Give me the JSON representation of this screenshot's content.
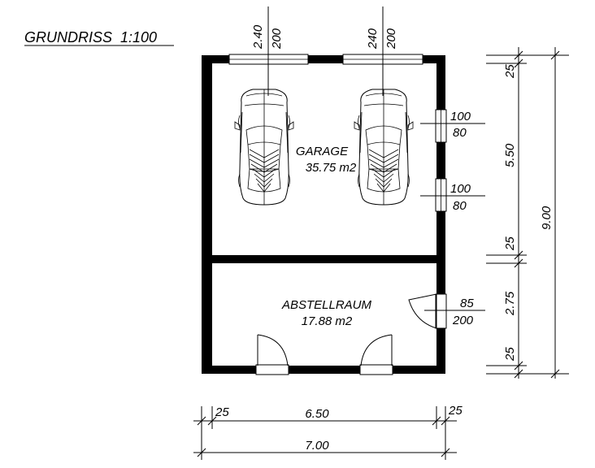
{
  "title": "GRUNDRISS  1:100",
  "rooms": {
    "garage": {
      "name": "GARAGE",
      "area": "35.75 m2"
    },
    "storage": {
      "name": "ABSTELLRAUM",
      "area": "17.88 m2"
    }
  },
  "openings": {
    "top_window_left": {
      "width": "2.40",
      "height": "200"
    },
    "top_window_right": {
      "width": "240",
      "height": "200"
    },
    "side_window_upper": {
      "width": "100",
      "height": "80"
    },
    "side_window_lower": {
      "width": "100",
      "height": "80"
    },
    "side_door": {
      "width": "85",
      "height": "200"
    }
  },
  "dimensions": {
    "right": {
      "top_wall": "25",
      "garage_depth": "5.50",
      "middle_wall": "25",
      "storage_depth": "2.75",
      "bottom_wall": "25",
      "total_depth": "9.00"
    },
    "bottom": {
      "left_wall": "25",
      "inner_width": "6.50",
      "right_wall": "25",
      "total_width": "7.00"
    }
  }
}
